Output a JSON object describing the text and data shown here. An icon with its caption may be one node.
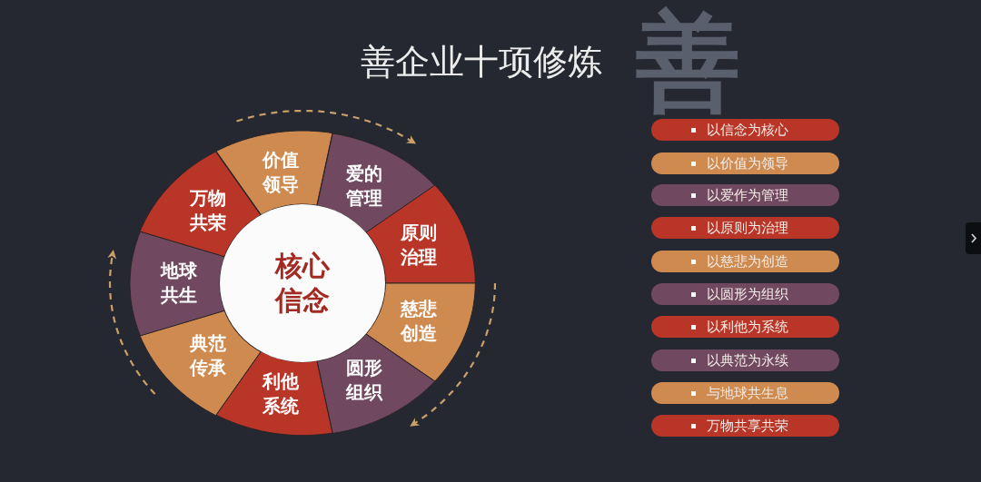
{
  "diagram": {
    "title": "善企业十项修炼",
    "nodes": [
      {
        "text": [
          "核心信念"
        ]
      },
      {
        "text": [
          "价值领导"
        ]
      },
      {
        "text": [
          "爱的管理"
        ]
      },
      {
        "text": [
          "原则治理"
        ]
      },
      {
        "text": [
          "慈悲创造"
        ]
      },
      {
        "text": [
          "圆形组织"
        ]
      },
      {
        "text": [
          "利他系统"
        ]
      },
      {
        "text": [
          "典范传承"
        ]
      },
      {
        "text": [
          "地球共生"
        ]
      },
      {
        "text": [
          "万物共荣"
        ]
      },
      {
        "text": [
          "以信念为核心"
        ]
      },
      {
        "text": [
          "以价值为领导"
        ]
      },
      {
        "text": [
          "以爱作为管理"
        ]
      },
      {
        "text": [
          "以原则为治理"
        ]
      },
      {
        "text": [
          "以慈悲为创造"
        ]
      },
      {
        "text": [
          "以圆形为组织"
        ]
      },
      {
        "text": [
          "以利他为系统"
        ]
      },
      {
        "text": [
          "以典范为永续"
        ]
      },
      {
        "text": [
          "与地球共生息"
        ]
      },
      {
        "text": [
          "万物共享共荣"
        ]
      }
    ],
    "edges": [],
    "labels": [
      "善"
    ]
  }
}
